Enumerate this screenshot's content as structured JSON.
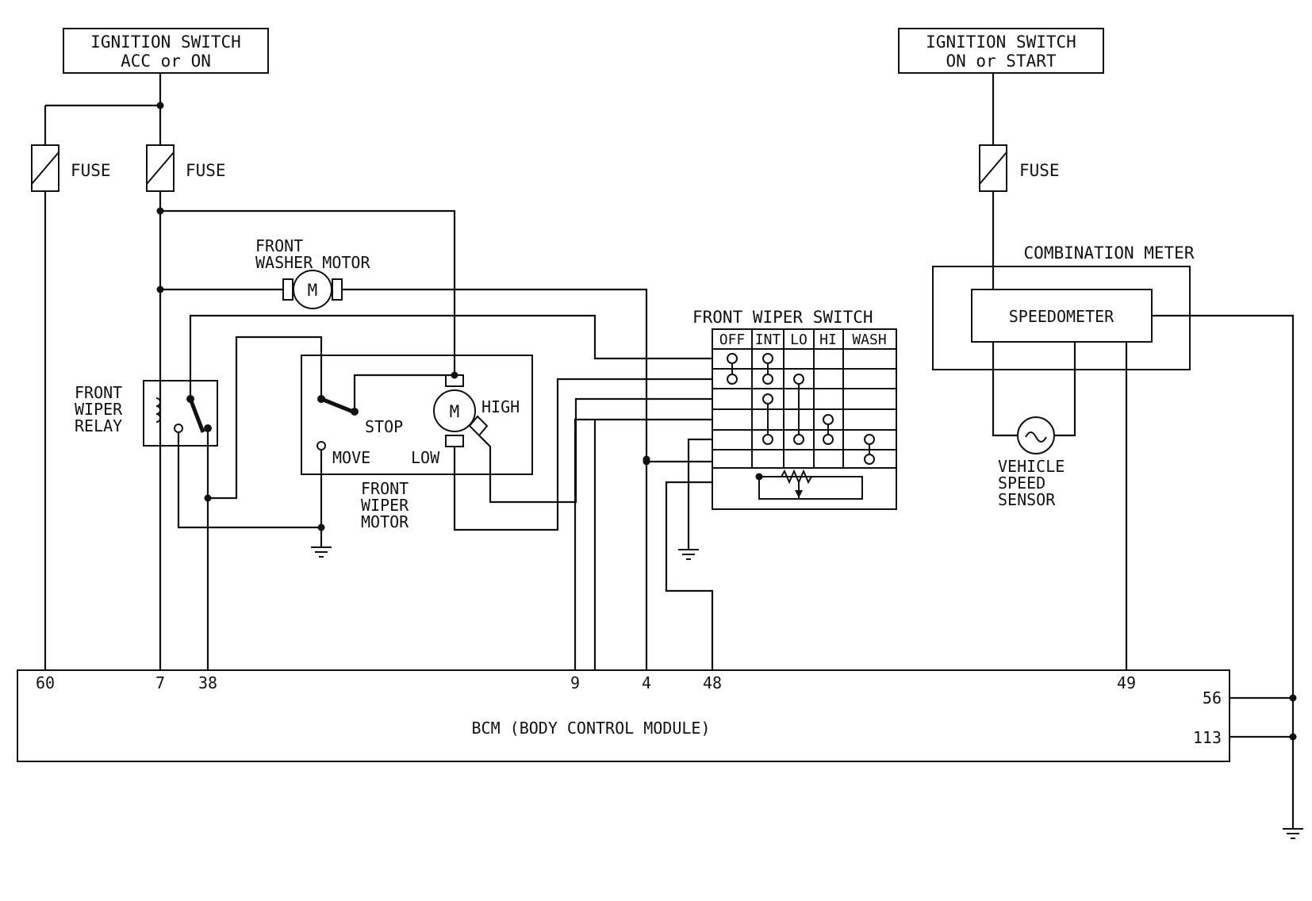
{
  "ignition_acc": {
    "line1": "IGNITION SWITCH",
    "line2": "ACC or ON"
  },
  "ignition_start": {
    "line1": "IGNITION SWITCH",
    "line2": "ON or START"
  },
  "fuse_label": "FUSE",
  "washer_motor": {
    "line1": "FRONT",
    "line2": "WASHER MOTOR",
    "symbol": "M"
  },
  "wiper_relay": {
    "line1": "FRONT",
    "line2": "WIPER",
    "line3": "RELAY"
  },
  "wiper_motor": {
    "line1": "FRONT",
    "line2": "WIPER",
    "line3": "MOTOR",
    "symbol": "M",
    "stop": "STOP",
    "move": "MOVE",
    "low": "LOW",
    "high": "HIGH"
  },
  "wiper_switch": {
    "title": "FRONT WIPER SWITCH",
    "positions": [
      "OFF",
      "INT",
      "LO",
      "HI",
      "WASH"
    ]
  },
  "combination_meter": {
    "title": "COMBINATION METER",
    "speedometer": "SPEEDOMETER"
  },
  "speed_sensor": {
    "line1": "VEHICLE",
    "line2": "SPEED",
    "line3": "SENSOR"
  },
  "bcm": {
    "label": "BCM (BODY CONTROL MODULE)",
    "pins": [
      "60",
      "7",
      "38",
      "9",
      "4",
      "48",
      "49",
      "56",
      "113"
    ]
  }
}
